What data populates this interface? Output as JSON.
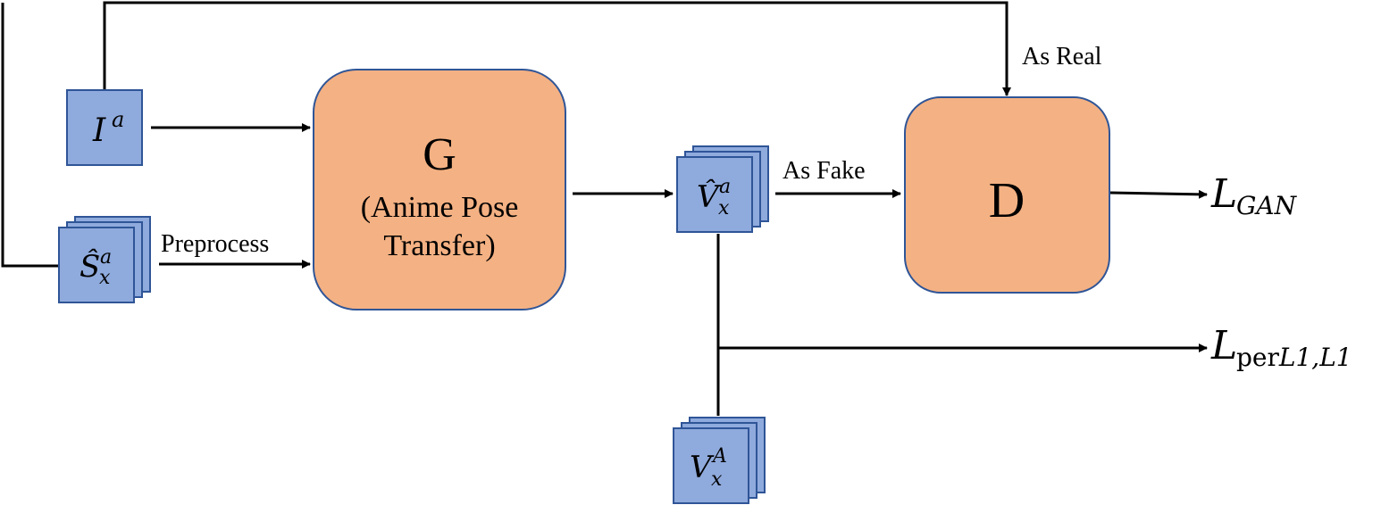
{
  "colors": {
    "small_box_fill": "#8faadc",
    "big_box_fill": "#f4b183",
    "border": "#2f5597"
  },
  "nodes": {
    "i_a": {
      "base": "I",
      "sup": "a"
    },
    "s_hat_x_a": {
      "base": "Ŝ",
      "sub": "x",
      "sup": "a"
    },
    "generator": {
      "title": "G",
      "line1": "(Anime Pose",
      "line2": "Transfer)"
    },
    "v_hat_x_a": {
      "base": "V̂",
      "sub": "x",
      "sup": "a"
    },
    "discriminator": {
      "title": "D"
    },
    "v_x_A": {
      "base": "V",
      "sub": "x",
      "sup": "A"
    }
  },
  "edge_labels": {
    "preprocess": "Preprocess",
    "as_fake": "As Fake",
    "as_real": "As Real"
  },
  "outputs": {
    "l_gan": {
      "base": "L",
      "sub": "GAN"
    },
    "l_per": {
      "base": "L",
      "sub_upright": "per",
      "sub_italic": "L1,L1"
    }
  }
}
